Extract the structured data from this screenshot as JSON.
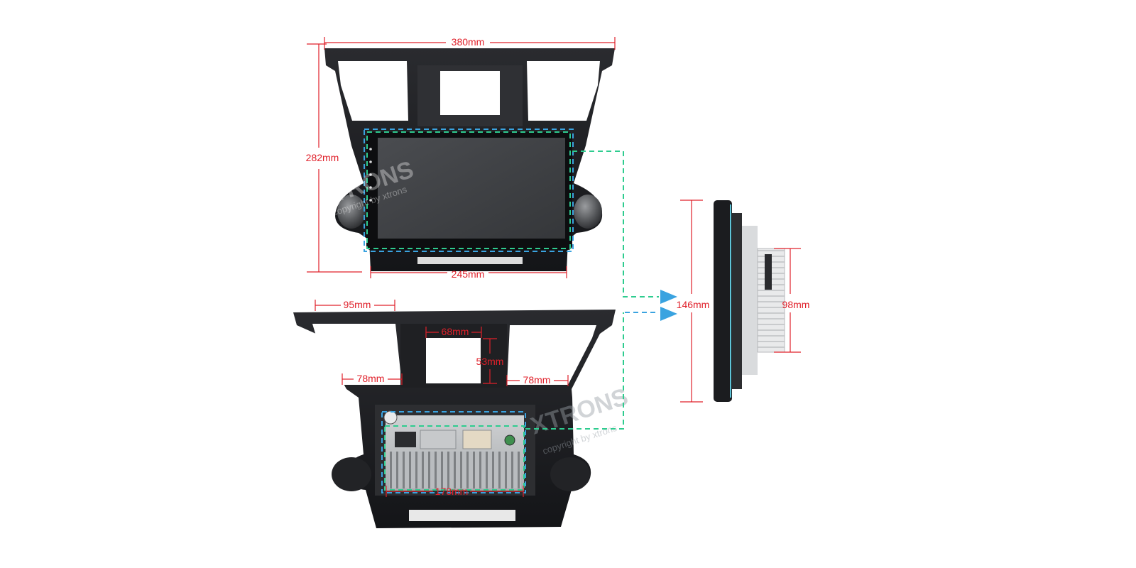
{
  "front_view": {
    "width_label": "380mm",
    "height_label": "282mm",
    "screen_width_label": "245mm"
  },
  "back_view": {
    "side_slot_width_label": "95mm",
    "center_slot_width_label": "68mm",
    "center_slot_height_label": "53mm",
    "left_lower_width_label": "78mm",
    "right_lower_width_label": "78mm",
    "unit_width_label": "178mm"
  },
  "side_view": {
    "height_label": "146mm",
    "depth_body_label": "98mm"
  },
  "watermark": {
    "brand": "XTRONS",
    "copyright": "copyright by xtrons"
  },
  "colors": {
    "dimension": "#e0202a",
    "screen_outline": "#2ecc8f",
    "unit_outline": "#3aa3e0",
    "frame": "#1c1d20"
  }
}
